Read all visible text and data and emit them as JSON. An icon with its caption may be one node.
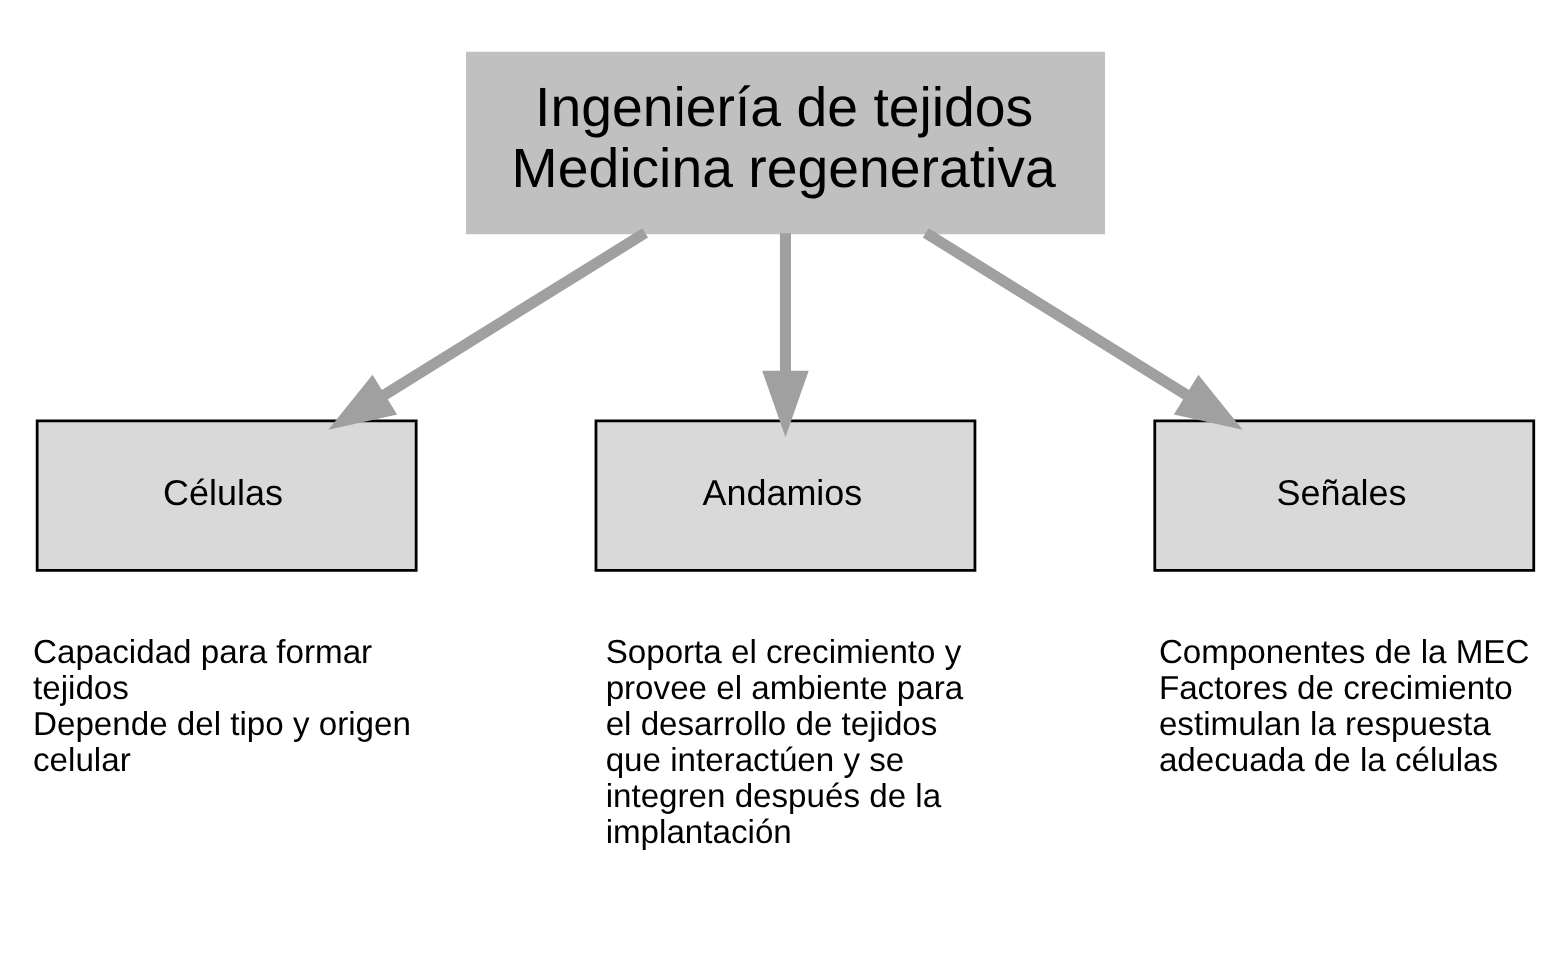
{
  "diagram": {
    "nodes": [
      {
        "text": [
          "Ingeniería de tejidos",
          "Medicina regenerativa"
        ]
      },
      {
        "text": [
          "Células"
        ],
        "beside": [
          "Capacidad para formar tejidos",
          "Depende del tipo y origen celular"
        ]
      },
      {
        "text": [
          "Andamios"
        ],
        "beside": [
          "Soporta el crecimiento y provee el ambiente para el desarrollo de tejidos que interactúen y se integren después de la implantación"
        ]
      },
      {
        "text": [
          "Señales"
        ],
        "beside": [
          "Componentes de la MEC",
          "Factores de crecimiento estimulan la respuesta adecuada de la células"
        ]
      }
    ],
    "edges": [
      {
        "from": 0,
        "to": 1,
        "arrow": "to"
      },
      {
        "from": 0,
        "to": 2,
        "arrow": "to"
      },
      {
        "from": 0,
        "to": 3,
        "arrow": "to"
      }
    ]
  }
}
